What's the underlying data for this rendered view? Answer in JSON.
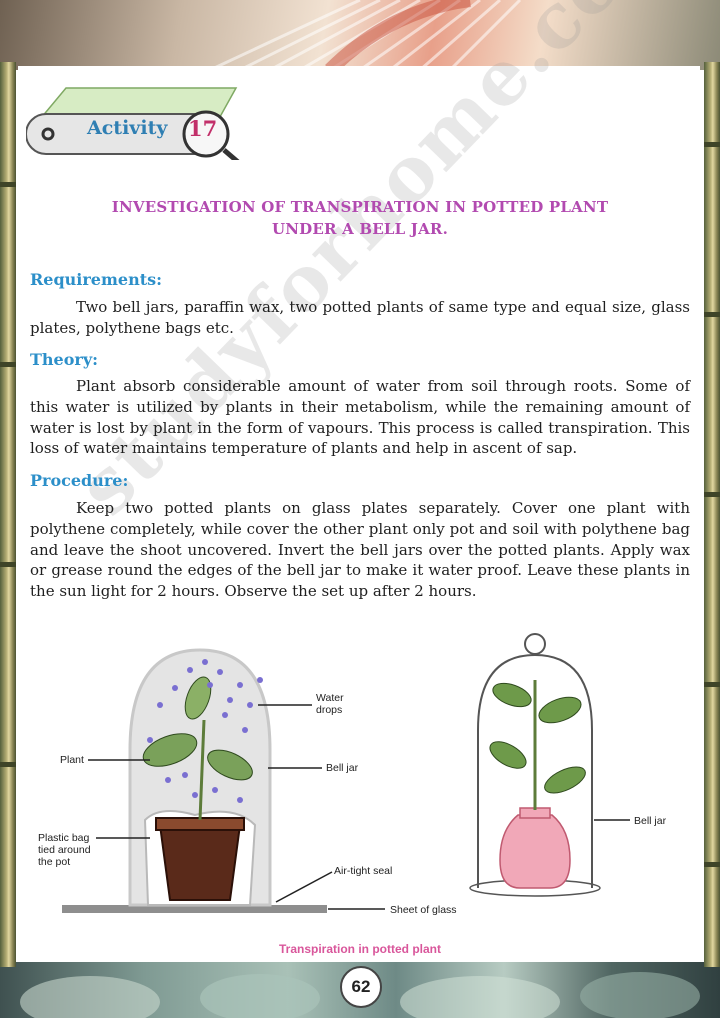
{
  "activity": {
    "label": "Activity",
    "number": "17"
  },
  "title": {
    "line1": "INVESTIGATION OF TRANSPIRATION IN POTTED PLANT",
    "line2": "UNDER A BELL JAR."
  },
  "sections": {
    "requirements": {
      "heading": "Requirements:",
      "text": "Two bell jars, paraffin wax, two potted plants of same type and equal size, glass plates, polythene bags etc."
    },
    "theory": {
      "heading": "Theory:",
      "text": "Plant absorb considerable amount of water from soil through roots. Some of this water is utilized by plants in their metabolism, while the remaining amount of water is lost by plant in the form of vapours. This process is called transpiration. This loss of water maintains temperature of plants and help in ascent of sap."
    },
    "procedure": {
      "heading": "Procedure:",
      "text": "Keep two potted plants on glass plates separately. Cover one plant with polythene completely, while cover the other plant only pot and soil with polythene bag and leave the shoot uncovered. Invert the bell jars over the potted plants. Apply wax or grease round the edges of the bell jar to make it water proof. Leave these plants in the sun light for 2 hours. Observe the set up after 2 hours."
    }
  },
  "figure": {
    "labels": {
      "water_drops_1": "Water",
      "water_drops_2": "drops",
      "plant": "Plant",
      "bell_jar_left": "Bell jar",
      "plastic_bag_1": "Plastic bag",
      "plastic_bag_2": "tied around",
      "plastic_bag_3": "the pot",
      "air_tight_seal": "Air-tight seal",
      "sheet_of_glass": "Sheet of glass",
      "bell_jar_right": "Bell jar"
    },
    "caption": "Transpiration in potted plant"
  },
  "watermark": "studyforhome.com",
  "page_number": "62",
  "colors": {
    "title": "#b24ab0",
    "heading": "#2c8fc9",
    "caption": "#d9569b",
    "activity_number": "#c2306a",
    "activity_label": "#2f7fb3"
  }
}
